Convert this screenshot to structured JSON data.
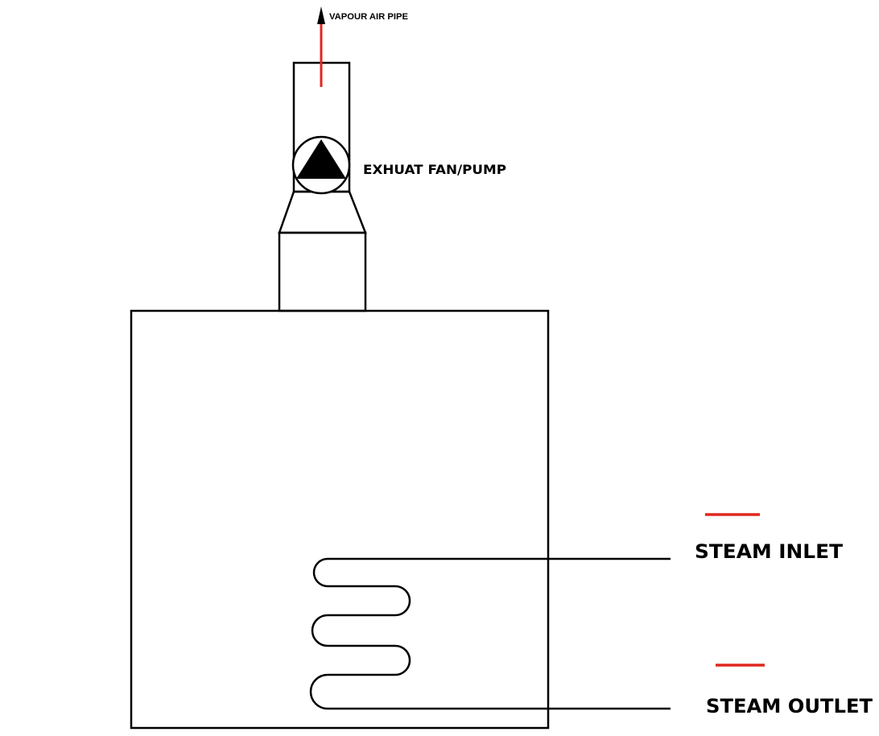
{
  "labels": {
    "vapour_air_pipe": "VAPOUR AIR PIPE",
    "exhaust_fan": "EXHUAT FAN/PUMP",
    "steam_inlet": "STEAM INLET",
    "steam_outlet": "STEAM OUTLET"
  },
  "colors": {
    "line": "#000000",
    "accent": "#e0281f",
    "background": "#ffffff"
  }
}
